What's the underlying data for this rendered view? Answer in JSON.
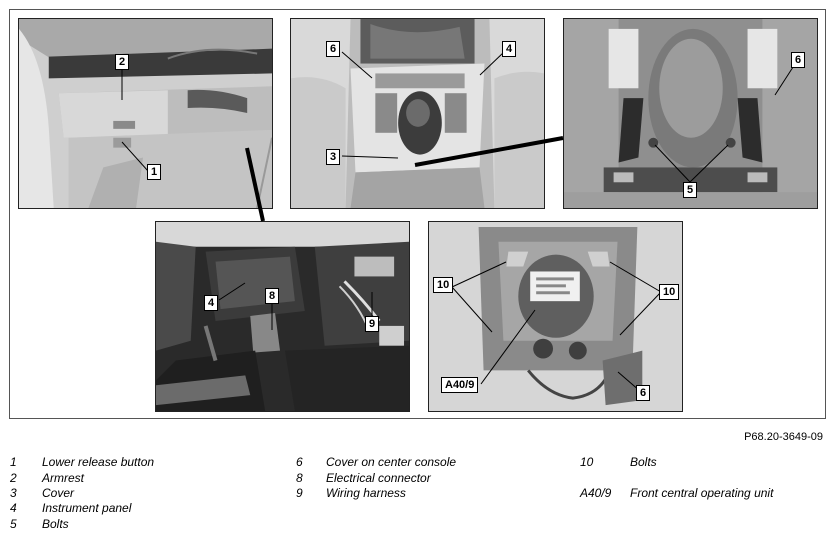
{
  "figure_ref": "P68.20-3649-09",
  "callouts": {
    "p1_1": "1",
    "p1_2": "2",
    "p2_6": "6",
    "p2_4": "4",
    "p2_3": "3",
    "p3_5": "5",
    "p3_6": "6",
    "p4_4": "4",
    "p4_8": "8",
    "p4_9": "9",
    "p5_10a": "10",
    "p5_10b": "10",
    "p5_a409": "A40/9",
    "p5_6": "6"
  },
  "legend": [
    {
      "num": "1",
      "text": "Lower release button"
    },
    {
      "num": "2",
      "text": "Armrest"
    },
    {
      "num": "3",
      "text": "Cover"
    },
    {
      "num": "4",
      "text": "Instrument panel"
    },
    {
      "num": "5",
      "text": "Bolts"
    },
    {
      "num": "6",
      "text": "Cover on center console"
    },
    {
      "num": "8",
      "text": "Electrical connector"
    },
    {
      "num": "9",
      "text": "Wiring harness"
    },
    {
      "num": "10",
      "text": "Bolts"
    },
    {
      "num": "A40/9",
      "text": "Front central operating unit"
    }
  ]
}
